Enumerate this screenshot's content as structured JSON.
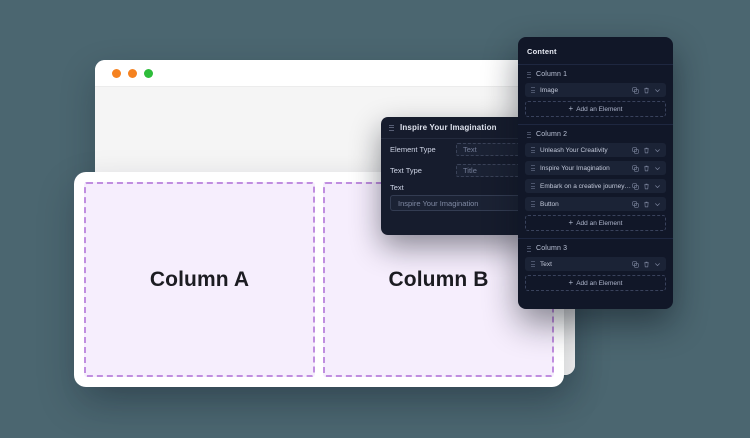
{
  "theme": {
    "page_background": "#4b6670",
    "panel_dark": "#111728",
    "panel_dark_alt": "#161c2d",
    "column_fill": "#f6eefd",
    "column_border": "#c08ee0",
    "card_white": "#ffffff",
    "browser_body": "#f5f5f5"
  },
  "browser": {
    "traffic_lights": [
      {
        "name": "close-dot",
        "color": "#f58220"
      },
      {
        "name": "minimize-dot",
        "color": "#f58220"
      },
      {
        "name": "maximize-dot",
        "color": "#2ebd3a"
      }
    ]
  },
  "canvas": {
    "columns": [
      {
        "label": "Column A"
      },
      {
        "label": "Column B"
      }
    ]
  },
  "form_panel": {
    "title": "Inspire Your Imagination",
    "fields": [
      {
        "label": "Element Type",
        "value": "Text"
      },
      {
        "label": "Text Type",
        "value": "Title"
      }
    ],
    "text_field": {
      "label": "Text",
      "value": "Inspire Your Imagination"
    }
  },
  "content_panel": {
    "title": "Content",
    "add_element_label": "Add an Element",
    "add_element_plus": "+",
    "row_icons": [
      "duplicate-icon",
      "trash-icon",
      "chevron-down-icon"
    ],
    "sections": [
      {
        "name": "Column 1",
        "items": [
          {
            "label": "Image"
          }
        ]
      },
      {
        "name": "Column 2",
        "items": [
          {
            "label": "Unleash Your Creativity"
          },
          {
            "label": "Inspire Your Imagination"
          },
          {
            "label": "Embark on a creative journey t..."
          },
          {
            "label": "Button"
          }
        ]
      },
      {
        "name": "Column 3",
        "items": [
          {
            "label": "Text"
          }
        ]
      }
    ]
  }
}
